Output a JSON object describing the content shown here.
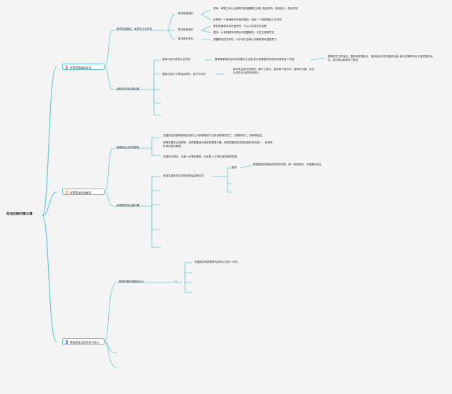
{
  "root": "政治必修四第三课",
  "branches": [
    {
      "num": "1",
      "label": "世界是普遍联系的",
      "children": [
        {
          "label": "联系的普遍性、客观性与多样性",
          "children": [
            {
              "label": "联系是普遍的",
              "children": [
                "联系：事物之间以及事物内部诸要素之间的 相互影响、相互制约、相互作用",
                "世界是一个普遍联系的有机整体，没有一个事物是孤立存在的"
              ]
            },
            {
              "label": "联系是客观的",
              "children": [
                "联系是事物本身所固有的，不以人的意志为转移",
                "要求：从事物固有的联系中把握事物，切忌主观随意性"
              ]
            },
            {
              "label": "联系是多样的",
              "children": [
                "把握联系的多样性，对于我们正确认识事物具有重要意义"
              ]
            }
          ]
        },
        {
          "label": "用联系的观点看问题",
          "children": [
            {
              "label": "整体与部分是相互区别的",
              "children": [
                "整体是事物的全局或发展的全过程 部分是事物的局部或发展的各个阶段",
                "整体居于主导地位，整体统率着部分，具有部分所不具备的功能 部分在事物中处于被支配的地位，部分服从和服务于整体"
              ]
            },
            {
              "label": "整体与部分又是相互联系、密不可分的",
              "children": [
                "整体是由部分构成的，离开了部分，整体就不复存在，整体的功能、状态及其变化会影响到部分。"
              ]
            }
          ]
        }
      ]
    },
    {
      "num": "2",
      "label": "世界是永恒发展的",
      "children": [
        {
          "label": "唯物辩证法的发展观",
          "children": [
            "发展的实质是事物的前进和上升新事物的产生和旧事物的灭亡。旧事物消亡，新事物诞生。",
            "事物发展的必然趋势。旧质要素逐步被新质要素代替，事物发展的前进性和曲折性的统一，新事物终将战胜旧事物。",
            "发展的必要性，后退一步是新事物，在世界上才是前进的事物发展。"
          ]
        },
        {
          "label": "用发展的观点看问题",
          "children": [
            {
              "label": "事物发展的形式或状态是量变和质变",
              "children": [
                {
                  "label": "量变",
                  "children": [
                    "事物数量的增减或场所的变更，是一种渐进的、不显著的变化"
                  ]
                }
              ]
            }
          ]
        }
      ]
    },
    {
      "num": "3",
      "label": "唯物辩证法的实质与核心",
      "children": [
        {
          "label": "事物发展的源泉和动力",
          "children": [
            "矛盾概念就是事物内部的对立统一关系。"
          ]
        }
      ]
    }
  ]
}
